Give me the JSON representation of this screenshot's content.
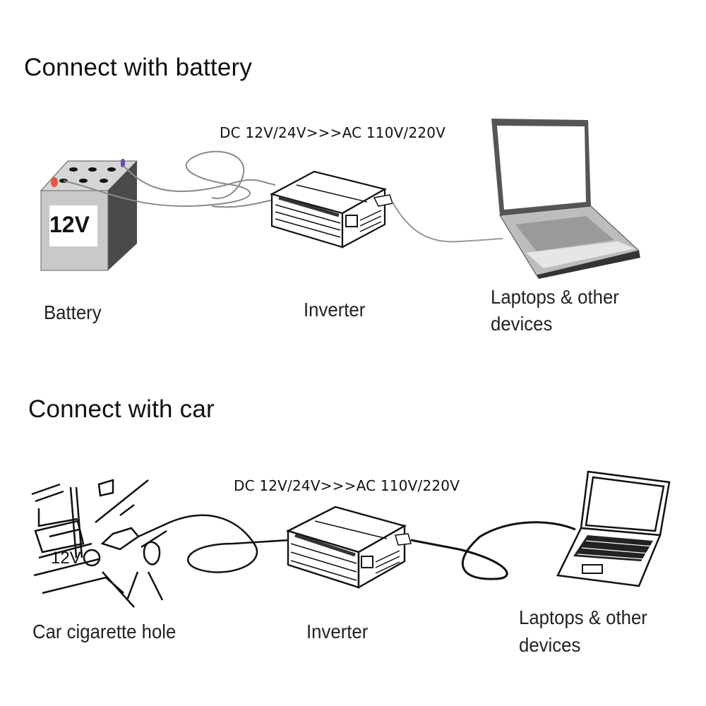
{
  "sections": [
    {
      "heading": "Connect with battery",
      "flow_text": "DC 12V/24V>>>AC 110V/220V",
      "source": {
        "label": "Battery",
        "badge": "12V",
        "terminal_colors": {
          "positive": "#e8553f",
          "negative": "#6a4fb0"
        }
      },
      "inverter": {
        "label": "Inverter"
      },
      "device": {
        "label_line1": "Laptops & other",
        "label_line2": "devices"
      }
    },
    {
      "heading": "Connect with car",
      "flow_text": "DC 12V/24V>>>AC 110V/220V",
      "source": {
        "label": "Car cigarette hole",
        "badge": "12V"
      },
      "inverter": {
        "label": "Inverter"
      },
      "device": {
        "label_line1": "Laptops & other",
        "label_line2": "devices"
      }
    }
  ]
}
